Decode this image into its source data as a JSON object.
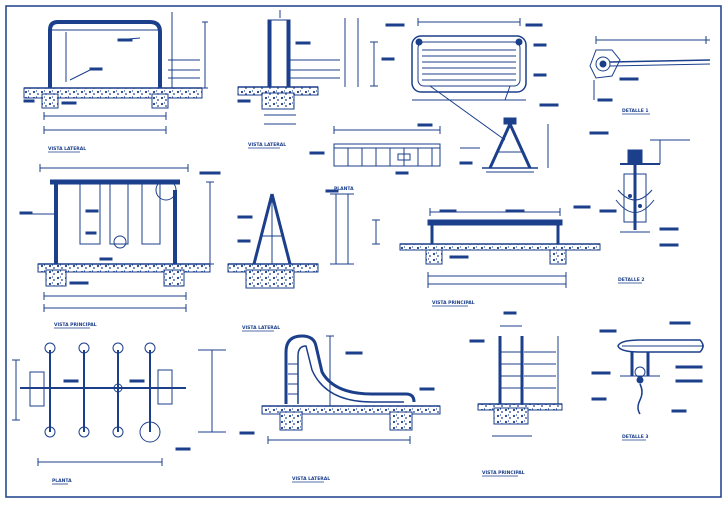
{
  "drawing": {
    "ink_color": "#1b3f8b",
    "fill_color": "#2a4f9e",
    "paper_color": "#ffffff",
    "view_labels": {
      "swing_lateral": "VISTA LATERAL",
      "frame_lateral": "VISTA LATERAL",
      "detail_1": "DETALLE 1",
      "swing_front": "VISTA PRINCIPAL",
      "a_frame_lateral": "VISTA LATERAL",
      "beam_front": "VISTA PRINCIPAL",
      "detail_2": "DETALLE 2",
      "plan_bottom": "PLANTA",
      "slide_lateral": "VISTA LATERAL",
      "ladder_front": "VISTA PRINCIPAL",
      "detail_3": "DETALLE 3",
      "plan_mid": "PLANTA"
    }
  }
}
